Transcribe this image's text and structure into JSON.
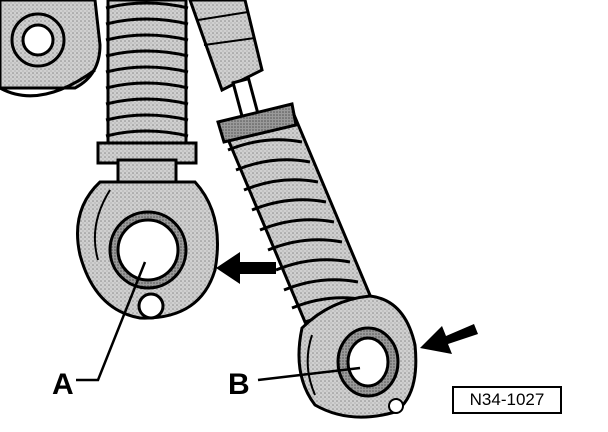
{
  "diagram": {
    "callouts": [
      {
        "id": "A",
        "label": "A"
      },
      {
        "id": "B",
        "label": "B"
      }
    ],
    "figure_number": "N34-1027",
    "colors": {
      "ink": "#000000",
      "paper": "#ffffff",
      "shade": "#bdbdbd",
      "dark_shade": "#7a7a7a"
    }
  }
}
